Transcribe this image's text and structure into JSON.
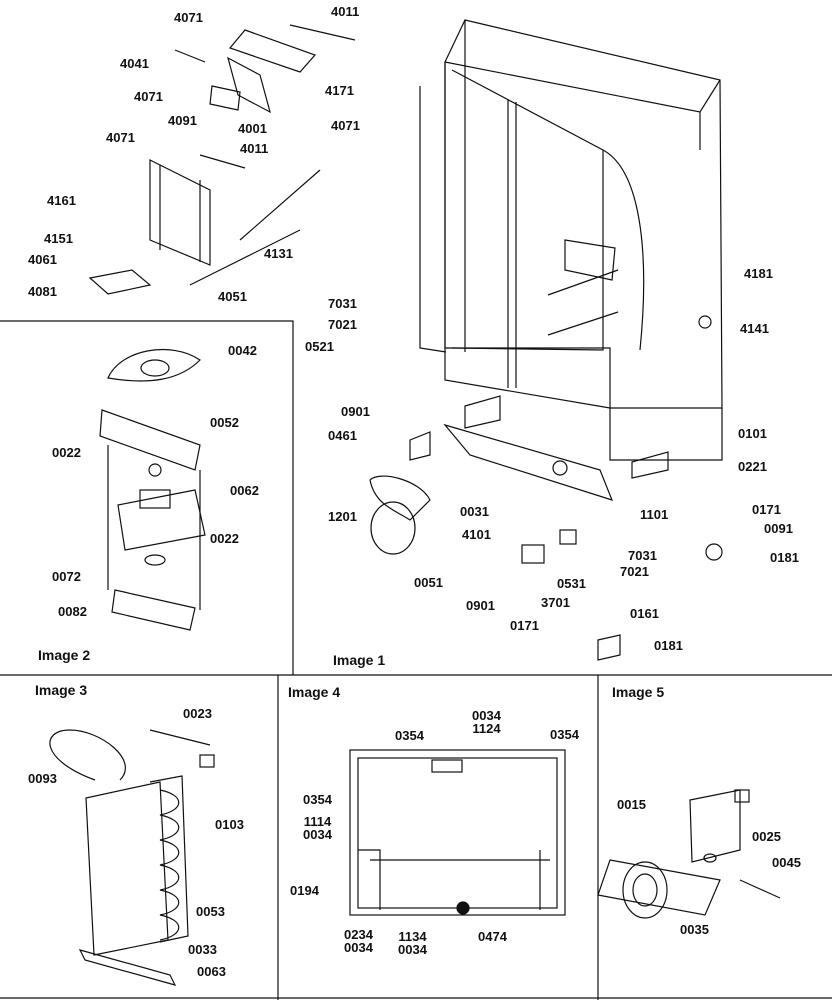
{
  "panels": {
    "image1": "Image 1",
    "image2": "Image 2",
    "image3": "Image 3",
    "image4": "Image 4",
    "image5": "Image 5"
  },
  "callouts": {
    "p4071a": "4071",
    "p4011a": "4011",
    "p4041": "4041",
    "p4071b": "4071",
    "p4171": "4171",
    "p4091": "4091",
    "p4001": "4001",
    "p4071c": "4071",
    "p4071d": "4071",
    "p4011b": "4011",
    "p4161": "4161",
    "p4151": "4151",
    "p4131": "4131",
    "p4061": "4061",
    "p4081": "4081",
    "p4051": "4051",
    "p7031a": "7031",
    "p7021a": "7021",
    "p0521": "0521",
    "p0901a": "0901",
    "p0461": "0461",
    "p4181": "4181",
    "p4141": "4141",
    "p0101": "0101",
    "p0221": "0221",
    "p0031": "0031",
    "p1101": "1101",
    "p1201": "1201",
    "p4101": "4101",
    "p0171a": "0171",
    "p0091": "0091",
    "p0181a": "0181",
    "p7031b": "7031",
    "p7021b": "7021",
    "p0051": "0051",
    "p0531": "0531",
    "p0901b": "0901",
    "p3701": "3701",
    "p0161": "0161",
    "p0171b": "0171",
    "p0181b": "0181",
    "p0042": "0042",
    "p0052": "0052",
    "p0022a": "0022",
    "p0062": "0062",
    "p0022b": "0022",
    "p0072": "0072",
    "p0082": "0082",
    "p0023": "0023",
    "p0093": "0093",
    "p0103": "0103",
    "p0053": "0053",
    "p0033": "0033",
    "p0063": "0063",
    "p0034top": "0034",
    "p1124": "1124",
    "p0354a": "0354",
    "p0354b": "0354",
    "p0354c": "0354",
    "p1114": "1114",
    "p0034l": "0034",
    "p0194": "0194",
    "p0234": "0234",
    "p0034b1": "0034",
    "p1134": "1134",
    "p0034b2": "0034",
    "p0474": "0474",
    "p0015": "0015",
    "p0025": "0025",
    "p0045": "0045",
    "p0035": "0035"
  }
}
